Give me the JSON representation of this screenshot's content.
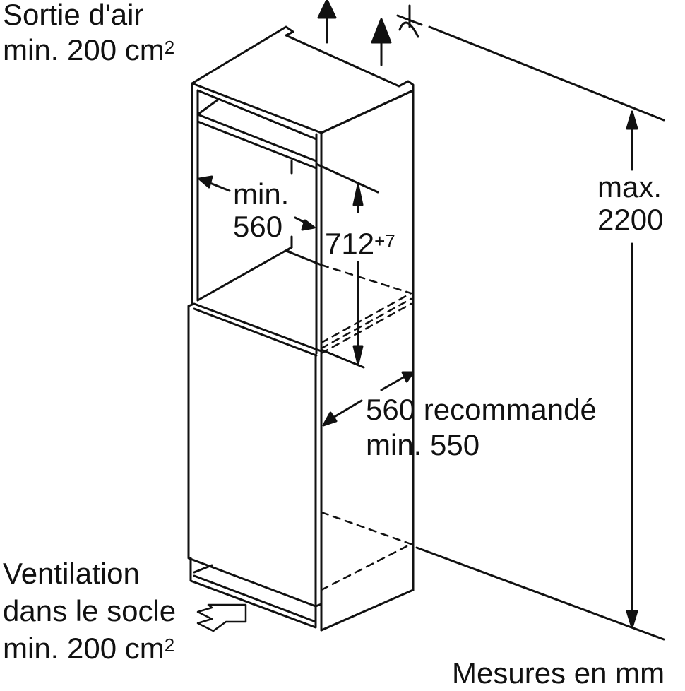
{
  "diagram": {
    "type": "built-in refrigerator installation niche dimensions",
    "colors": {
      "line": "#111111",
      "background": "#ffffff"
    },
    "labels": {
      "air_outlet_line1": "Sortie d'air",
      "air_outlet_line2": "min. 200 cm",
      "air_outlet_sup": "2",
      "niche_width_line1": "min.",
      "niche_width_line2": "560",
      "upper_height_value": "712",
      "upper_height_tolerance": "+7",
      "total_height_line1": "max.",
      "total_height_line2": "2200",
      "depth_line1": "560 recommandé",
      "depth_line2": "min. 550",
      "plinth_vent_line1": "Ventilation",
      "plinth_vent_line2": "dans le socle",
      "plinth_vent_line3": "min. 200 cm",
      "plinth_vent_sup": "2",
      "units_note": "Mesures en mm"
    },
    "icons": [
      "air-outlet-arrow-icon",
      "air-outlet-arrow-icon",
      "ceiling-symbol-icon",
      "air-inlet-arrow-icon"
    ],
    "dimensions_mm": {
      "niche_width_min": 560,
      "upper_niche_height": 712,
      "upper_niche_tolerance": 7,
      "total_height_max": 2200,
      "niche_depth_recommended": 560,
      "niche_depth_min": 550,
      "air_outlet_min_cm2": 200,
      "plinth_ventilation_min_cm2": 200
    }
  }
}
